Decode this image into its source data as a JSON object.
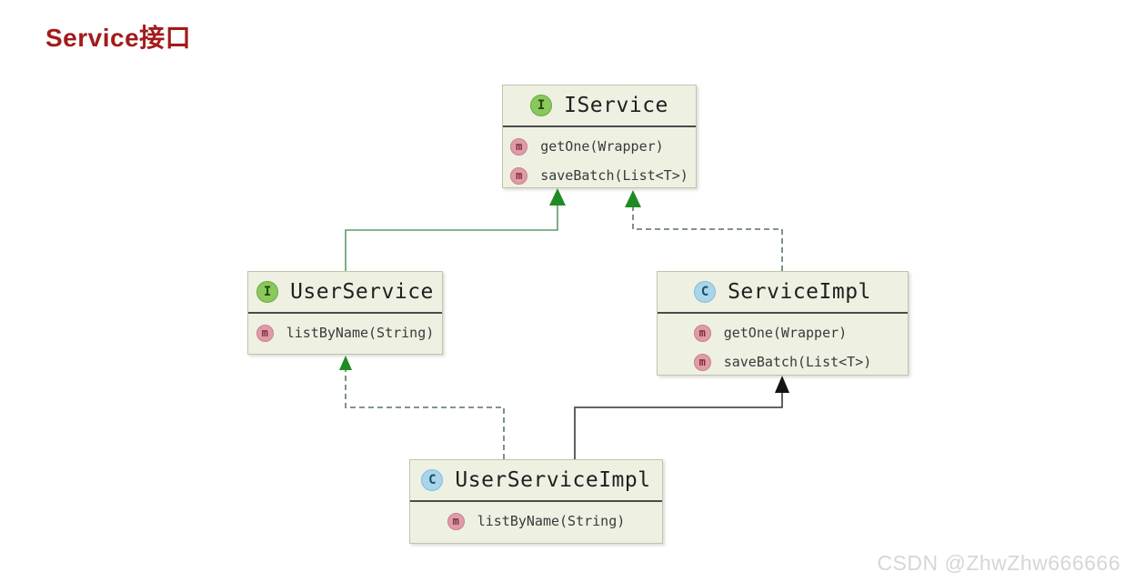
{
  "page": {
    "title": "Service接口",
    "watermark": "CSDN @ZhwZhw666666"
  },
  "icons": {
    "interface_letter": "I",
    "class_letter": "C",
    "method_letter": "m"
  },
  "colors": {
    "title_color": "#a31b1b",
    "box_fill": "#eef0e2",
    "box_border": "#bfc5ae",
    "divider": "#4b4b4b",
    "interface_icon_green": "#8ac85c",
    "class_icon_blue": "#a9d5ea",
    "method_icon_pink": "#df9ba7",
    "solid_green_line": "#5f9a68",
    "dashed_line": "#6e8677",
    "solid_dark_line": "#4f4f4f",
    "arrow_green": "#1f8b24",
    "arrow_dark": "#141414",
    "watermark_gray": "#d6d6d6"
  },
  "classes": [
    {
      "name": "IService",
      "kind": "interface",
      "methods": [
        "getOne(Wrapper)",
        "saveBatch(List<T>)"
      ]
    },
    {
      "name": "UserService",
      "kind": "interface",
      "methods": [
        "listByName(String)"
      ]
    },
    {
      "name": "ServiceImpl",
      "kind": "class",
      "methods": [
        "getOne(Wrapper)",
        "saveBatch(List<T>)"
      ]
    },
    {
      "name": "UserServiceImpl",
      "kind": "class",
      "methods": [
        "listByName(String)"
      ]
    }
  ],
  "relations": [
    {
      "from": "UserService",
      "to": "IService",
      "type": "extends",
      "line": "solid-green-arrow"
    },
    {
      "from": "ServiceImpl",
      "to": "IService",
      "type": "implements",
      "line": "dashed-green-arrow"
    },
    {
      "from": "UserServiceImpl",
      "to": "UserService",
      "type": "implements",
      "line": "dashed-green-arrow"
    },
    {
      "from": "UserServiceImpl",
      "to": "ServiceImpl",
      "type": "extends",
      "line": "solid-dark-arrow"
    }
  ]
}
